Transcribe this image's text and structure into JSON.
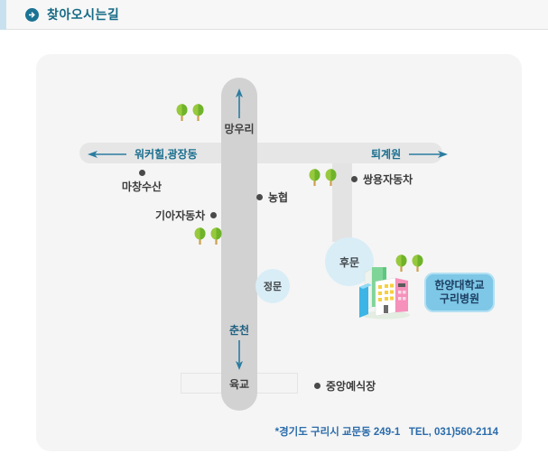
{
  "header": {
    "title": "찾아오시는길"
  },
  "map": {
    "roads": {
      "north": "망우리",
      "south": "춘천",
      "west": "워커힐,광장동",
      "east": "퇴계원",
      "overpass": "육교"
    },
    "gates": {
      "back": "후문",
      "main": "정문"
    },
    "landmarks": {
      "machang": "마창수산",
      "kia": "기아자동차",
      "nonghyup": "농협",
      "ssangyong": "쌍용자동차",
      "wedding": "중앙예식장"
    },
    "destination": {
      "line1": "한양대학교",
      "line2": "구리병원"
    },
    "address": "*경기도 구리시 교문동 249-1   TEL, 031)560-2114"
  },
  "colors": {
    "accent_teal": "#1a6e8e",
    "title_teal": "#156a85",
    "road_vertical": "#d2d2d2",
    "road_horizontal": "#e6e6e6",
    "gate_circle": "#d9edf6",
    "badge_bg": "#7ec7e6",
    "badge_text": "#1c3f63",
    "address_blue": "#2b6cab",
    "tree_green": "#97c93d",
    "arrow_teal": "#2a7ca0"
  }
}
